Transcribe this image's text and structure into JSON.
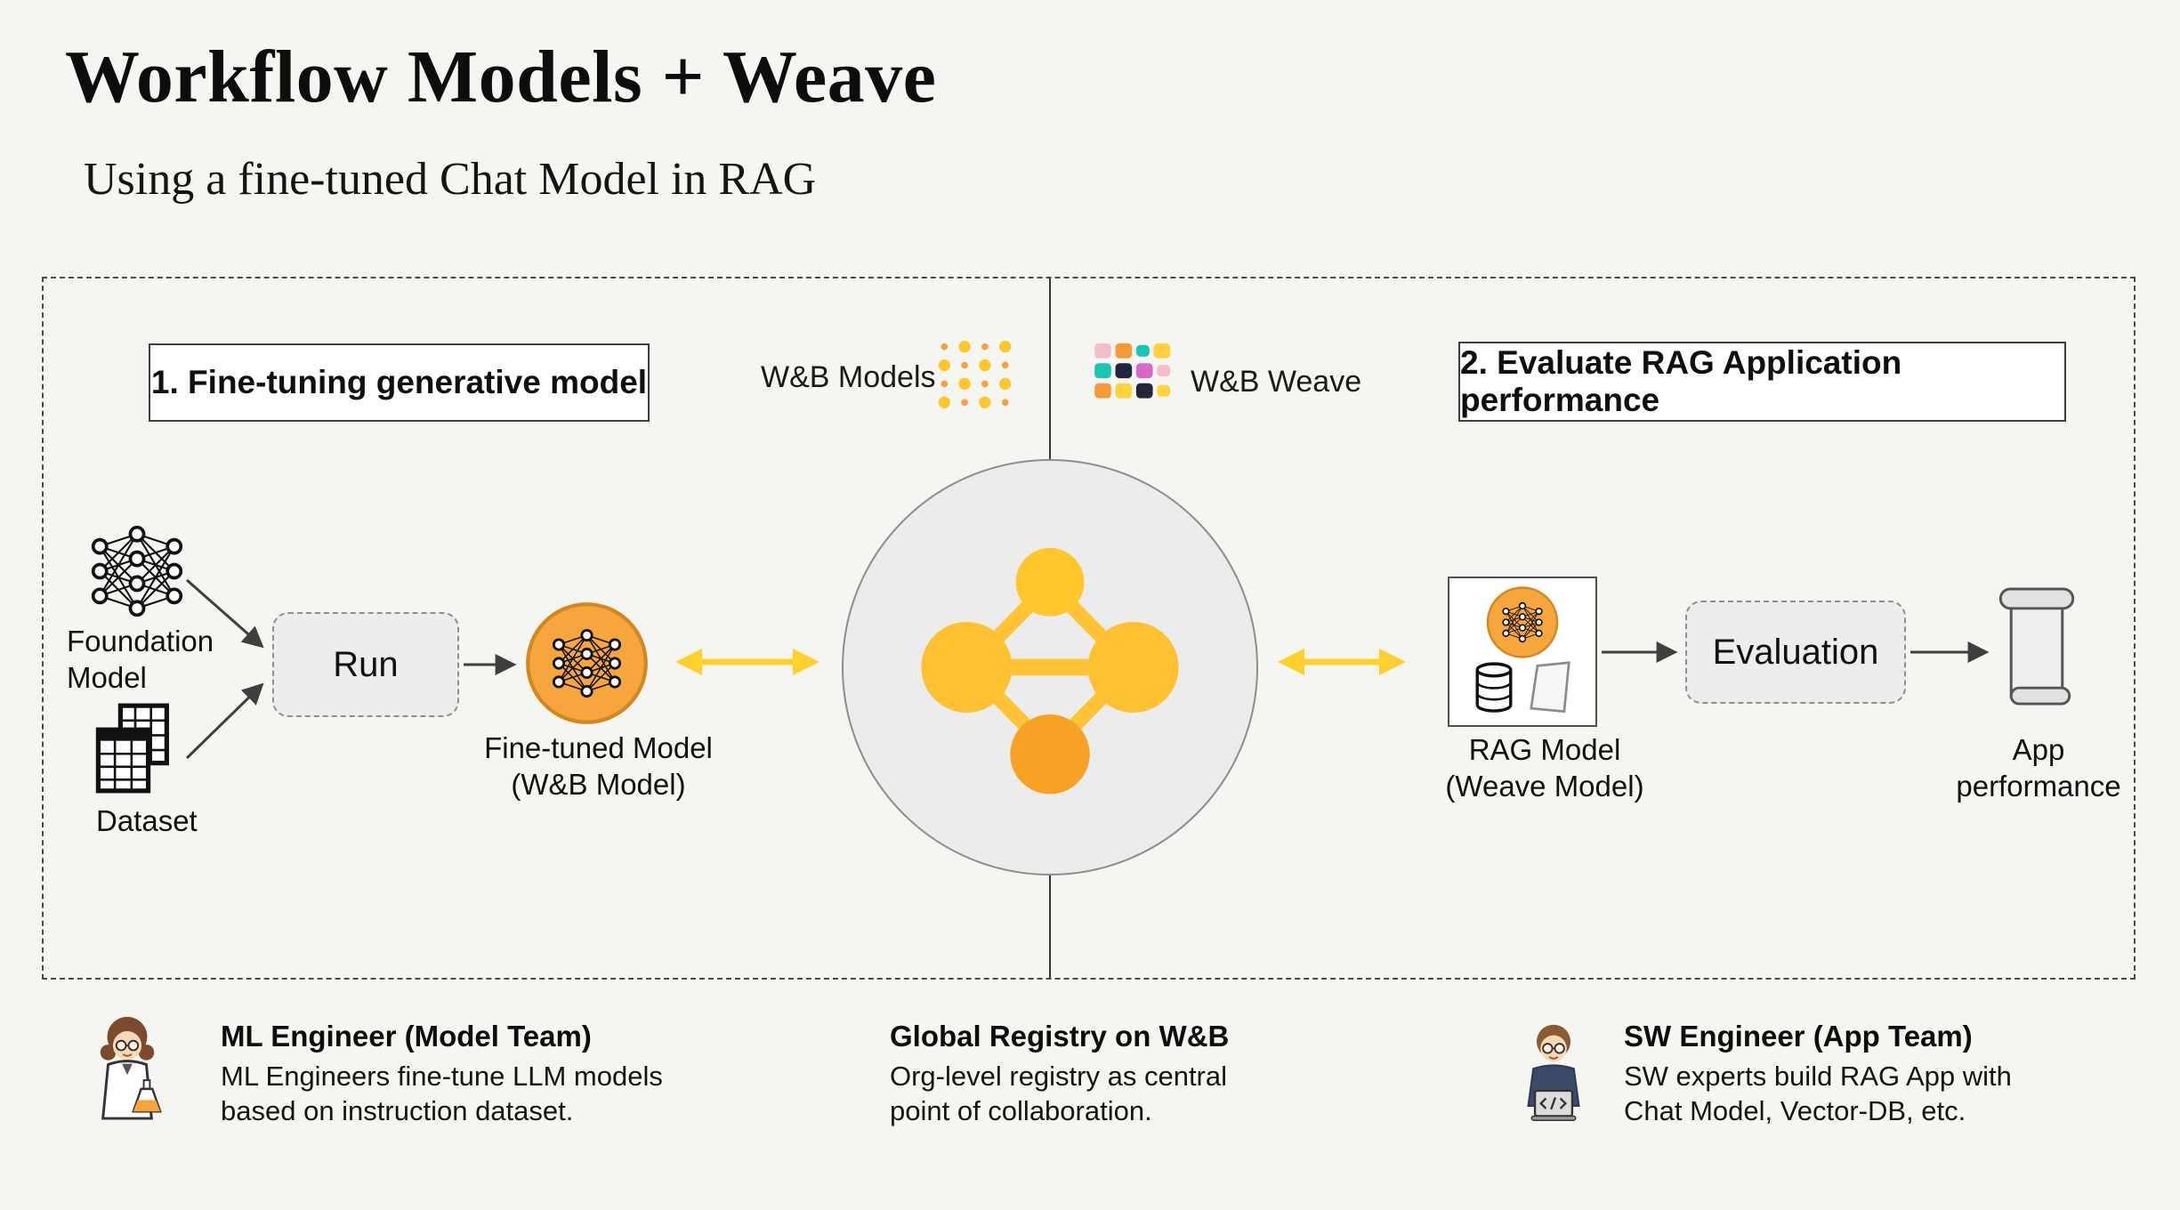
{
  "header": {
    "title": "Workflow Models + Weave",
    "subtitle": "Using a fine-tuned Chat Model in RAG"
  },
  "sections": {
    "left": "1. Fine-tuning generative model",
    "right": "2. Evaluate RAG Application performance"
  },
  "products": {
    "models": "W&B Models",
    "weave": "W&B Weave"
  },
  "flow": {
    "foundation_line1": "Foundation",
    "foundation_line2": "Model",
    "dataset": "Dataset",
    "run": "Run",
    "finetuned_line1": "Fine-tuned Model",
    "finetuned_line2": "(W&B Model)",
    "rag_line1": "RAG Model",
    "rag_line2": "(Weave Model)",
    "evaluation": "Evaluation",
    "app_line1": "App",
    "app_line2": "performance"
  },
  "notes": {
    "ml_title": "ML Engineer (Model Team)",
    "ml_line1": "ML Engineers fine-tune LLM models",
    "ml_line2": "based on instruction dataset.",
    "registry_title": "Global Registry on W&B",
    "registry_line1": "Org-level registry as central",
    "registry_line2": "point of collaboration.",
    "sw_title": "SW Engineer (App Team)",
    "sw_line1": "SW experts build RAG App with",
    "sw_line2": "Chat Model, Vector-DB, etc."
  },
  "colors": {
    "accent_yellow": "#FFC72C",
    "accent_orange": "#F7A23B",
    "arrow_yellow": "#FFD02E",
    "background": "#F5F5F2"
  }
}
